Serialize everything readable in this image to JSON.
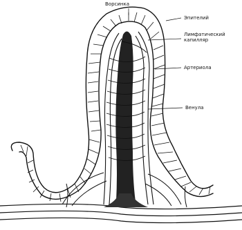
{
  "diagram": {
    "labels": {
      "top": "Ворсинка",
      "epithelium": "Эпителий",
      "lymph": [
        "Лимфатический",
        "капилляр"
      ],
      "arteriole": "Артериола",
      "venule": "Венула"
    },
    "colors": {
      "ink": "#111111",
      "paper": "#ffffff"
    }
  }
}
